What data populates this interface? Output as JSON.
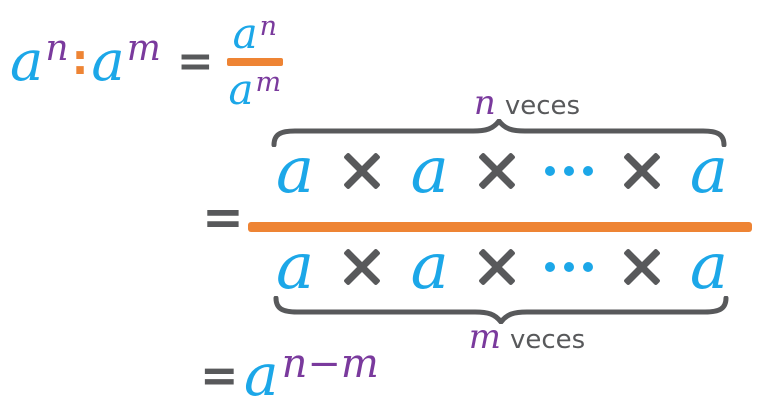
{
  "colors": {
    "variable_cyan": "#1CA7E8",
    "exponent_purple": "#7A3A9D",
    "accent_orange": "#EE8434",
    "operator_gray": "#58595B"
  },
  "equation": {
    "equals": "=",
    "lhs": {
      "base1": "a",
      "exp1": "n",
      "colon": ":",
      "base2": "a",
      "exp2": "m"
    },
    "small_fraction": {
      "num_base": "a",
      "num_exp": "n",
      "den_base": "a",
      "den_exp": "m"
    },
    "expanded": {
      "top_label": {
        "var": "n",
        "word": "veces"
      },
      "numerator_factors": [
        "a",
        "times",
        "a",
        "times",
        "dots",
        "times",
        "a"
      ],
      "denominator_factors": [
        "a",
        "times",
        "a",
        "times",
        "dots",
        "times",
        "a"
      ],
      "bottom_label": {
        "var": "m",
        "word": "veces"
      }
    },
    "result": {
      "base": "a",
      "exp": "n−m"
    }
  }
}
